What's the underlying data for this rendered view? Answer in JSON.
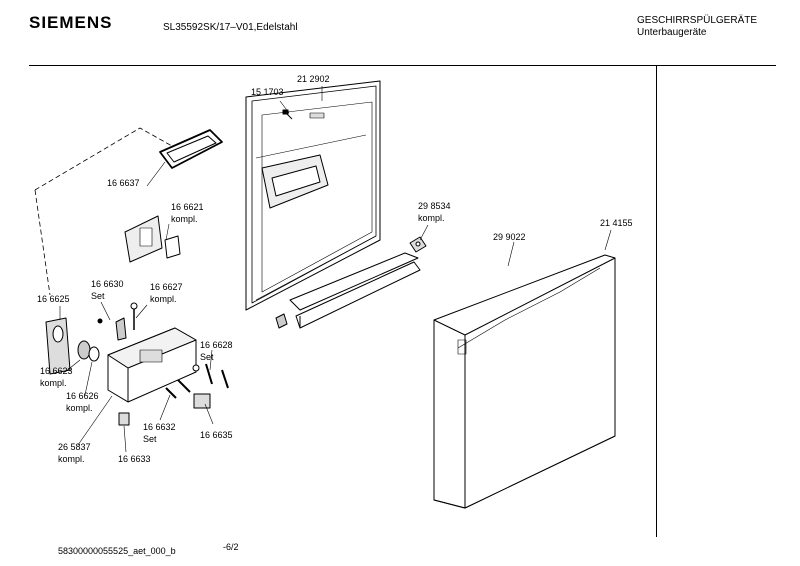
{
  "header": {
    "brand": "SIEMENS",
    "model": "SL35592SK/17–V01,Edelstahl",
    "category_line1": "GESCHIRRSPÜLGERÄTE",
    "category_line2": "Unterbaugeräte"
  },
  "footer": {
    "doc_id": "58300000055525_aet_000_b",
    "page": "-6/2"
  },
  "parts": [
    {
      "number": "21 2902",
      "note": ""
    },
    {
      "number": "15 1703",
      "note": ""
    },
    {
      "number": "16 6637",
      "note": ""
    },
    {
      "number": "16 6621",
      "note": "kompl."
    },
    {
      "number": "29 8534",
      "note": "kompl."
    },
    {
      "number": "29 9022",
      "note": ""
    },
    {
      "number": "21 4155",
      "note": ""
    },
    {
      "number": "16 6630",
      "note": "Set"
    },
    {
      "number": "16 6627",
      "note": "kompl."
    },
    {
      "number": "16 6625",
      "note": ""
    },
    {
      "number": "16 6623",
      "note": "kompl."
    },
    {
      "number": "16 6626",
      "note": "kompl."
    },
    {
      "number": "16 6628",
      "note": "Set"
    },
    {
      "number": "16 6632",
      "note": "Set"
    },
    {
      "number": "16 6635",
      "note": ""
    },
    {
      "number": "26 5837",
      "note": "kompl."
    },
    {
      "number": "16 6633",
      "note": ""
    }
  ]
}
